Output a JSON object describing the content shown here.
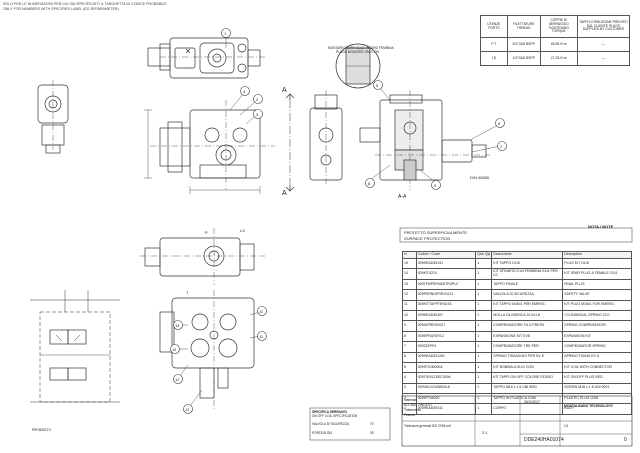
{
  "header": {
    "lines": [
      "SOLO PER LE NUMERAZIONI PER CUI SIA SPECIFICATO IL TARGHETTA DI CODICE PROBABILE",
      "ONLY FOR NUMBERS WITH SPECIFIED LABEL (EG RFPARAMETER)"
    ]
  },
  "target_table": {
    "headers": [
      "UTENZE PORTS",
      "FILETTATURE THREAD",
      "COPPIE DI SERRAGGIO TIGHTENING TORQUE",
      "TAPPI DI RIDUZIONE PREVISTI DAL CLIENTE PLUGS SUPPLIED BY CUSTOMER"
    ],
    "rows": [
      [
        "P T",
        "3/4\"GAS BSPP",
        "65-85 N·m",
        "—"
      ],
      [
        "LS",
        "1/4\"GAS BSPP",
        "27-33 N·m",
        "—"
      ]
    ]
  },
  "notes": {
    "title": "NOTA / NOTE",
    "line1": "PROTETTO SUPERFICIALMENTE",
    "line2": "SURFACE PROTECTION"
  },
  "view_labels": {
    "section_a_left": "A",
    "section_a_right": "A",
    "section_aa": "A-A",
    "thread_note_1": "MONTARE I TAPPI SOLO IN GIRO FEMMINA",
    "thread_note_2": "PLUGS MOUNTED ONLY ON",
    "din_label": "DIN 45650",
    "t_label": "T",
    "p_label": "P",
    "ls_label": "LS",
    "schema_ref": "RF060073"
  },
  "balloons": [
    "1",
    "2",
    "3",
    "4",
    "5",
    "6",
    "7",
    "8",
    "9",
    "10",
    "11",
    "12",
    "13",
    "14",
    "15"
  ],
  "bom": {
    "headers": [
      "N",
      "Codice / Code",
      "Qtà/ Qty",
      "Descrizione",
      "Description"
    ],
    "rows": [
      [
        "15",
        "009HEAD35131",
        "1",
        "KIT TAPPO G1/8",
        "PLUG KIT G1/8"
      ],
      [
        "14",
        "009KIT4210",
        "1",
        "KIT SFINATOI G1/4 FEMMINA G1/4 PER LS",
        "KIT SPAR PLUG & FEMALE G1/4"
      ],
      [
        "13",
        "009TFMPERNASTR4PL0",
        "1",
        "TAPPO FINALE",
        "FINAL PLUG"
      ],
      [
        "12",
        "009PERNOPREV0211",
        "1",
        "VALVOLA DI SICUREZZA",
        "SAFETY VALVE"
      ],
      [
        "11",
        "009KITTAPPTENUTA",
        "1",
        "KIT TAPPO M16x1 PER EMERG.",
        "KIT PLUG M16x1 FOR EMERG."
      ],
      [
        "10",
        "009HEAD30357",
        "1",
        "MOLLA CILINDRICA 22.0x1.8",
        "CYLINDRICAL SPRING 22.0"
      ],
      [
        "9",
        "00942PREG0027",
        "1",
        "COMPENSATORE FILO PRESS",
        "SPRING COMPENSATOR"
      ],
      [
        "8",
        "009EPRATER12",
        "1",
        "ESPANSIONE KIT EV8",
        "EXPANSION KIT"
      ],
      [
        "7",
        "00922EPR1",
        "1",
        "COMPENSATORE TRE PER",
        "COMPENSATOR SPRING"
      ],
      [
        "6",
        "009HEAD2012W",
        "1",
        "SPRING FISSAGGIO PER EV 8",
        "SPRING FIXING EV 8"
      ],
      [
        "5",
        "009ST0JM0004",
        "1",
        "KIT BOBINA A OLIO CON",
        "KIT COIL WITH CONNECTOR"
      ],
      [
        "4",
        "009T0031ZSEC0004",
        "1",
        "KIT TAPPI ON OFF COLORE ROSSO",
        "KIT ON/OFF PLUG RED"
      ],
      [
        "3",
        "009VALVOL8W00L8",
        "1",
        "TAPPO M16 x 1.5 UNI 9001",
        "SCREW M16 x 1.5 UNI 9001"
      ],
      [
        "2",
        "009KITVA000",
        "1",
        "TAPPO IN PLASTICA G3/8",
        "PLASTIC PLUG G3/8"
      ],
      [
        "1",
        "009HEAD30311",
        "1",
        "CORPO",
        "BODY"
      ]
    ]
  },
  "spec_box": {
    "title_1": "SPECIFICA SERRAGGI",
    "title_2": "ON OFF COIL SPECIFICATION",
    "row1_label": "VALVOLA DI SICUREZZA",
    "row1_value": "70",
    "row2_label": "PORTATA SUI",
    "row2_value": "30"
  },
  "title_block": {
    "material_label": "Materiale",
    "material_value": "ACCIAIO ZINCATO",
    "treatment_label": "Trattamento",
    "finish_label": "Finitura",
    "general_tol": "Tolleranze generali ISO 2768-mK",
    "scale": "2:1",
    "sheet": "1/1",
    "drawing_no": "DDE240HA01074",
    "company": "MONTALBANO TECHNOLOGY",
    "revision": "0",
    "date": "30/10/2017"
  }
}
